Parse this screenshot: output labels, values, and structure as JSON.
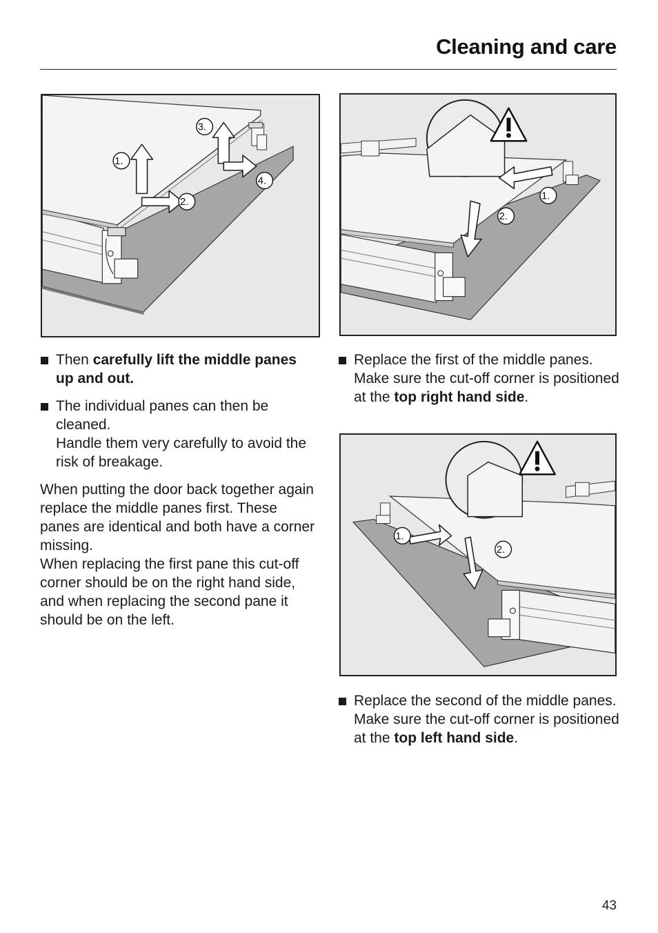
{
  "header": {
    "title": "Cleaning and care"
  },
  "figures": {
    "fig1": {
      "callouts": [
        "1.",
        "2.",
        "3.",
        "4."
      ]
    },
    "fig2": {
      "callouts": [
        "1.",
        "2."
      ]
    },
    "fig3": {
      "callouts": [
        "1.",
        "2."
      ]
    }
  },
  "left": {
    "bullet1": {
      "pre": "Then ",
      "bold": "carefully lift the middle panes up and out."
    },
    "bullet2": {
      "line1": "The individual panes can then be cleaned.",
      "line2": "Handle them very carefully to avoid the risk of breakage."
    },
    "paragraph": {
      "p1": "When putting the door back together again replace the middle panes first. These panes are identical and both have a corner missing.",
      "p2": "When replacing the first pane this cut-off corner should be on the right hand side, and when replacing the second pane it should be on the left."
    }
  },
  "right": {
    "bullet1": {
      "pre": "Replace the first of the middle panes. Make sure the cut-off corner is positioned at the ",
      "bold": "top right hand side",
      "post": "."
    },
    "bullet2": {
      "pre": "Replace the second of the middle panes. Make sure the cut-off corner is positioned at the ",
      "bold": "top left hand side",
      "post": "."
    }
  },
  "footer": {
    "page_number": "43"
  }
}
